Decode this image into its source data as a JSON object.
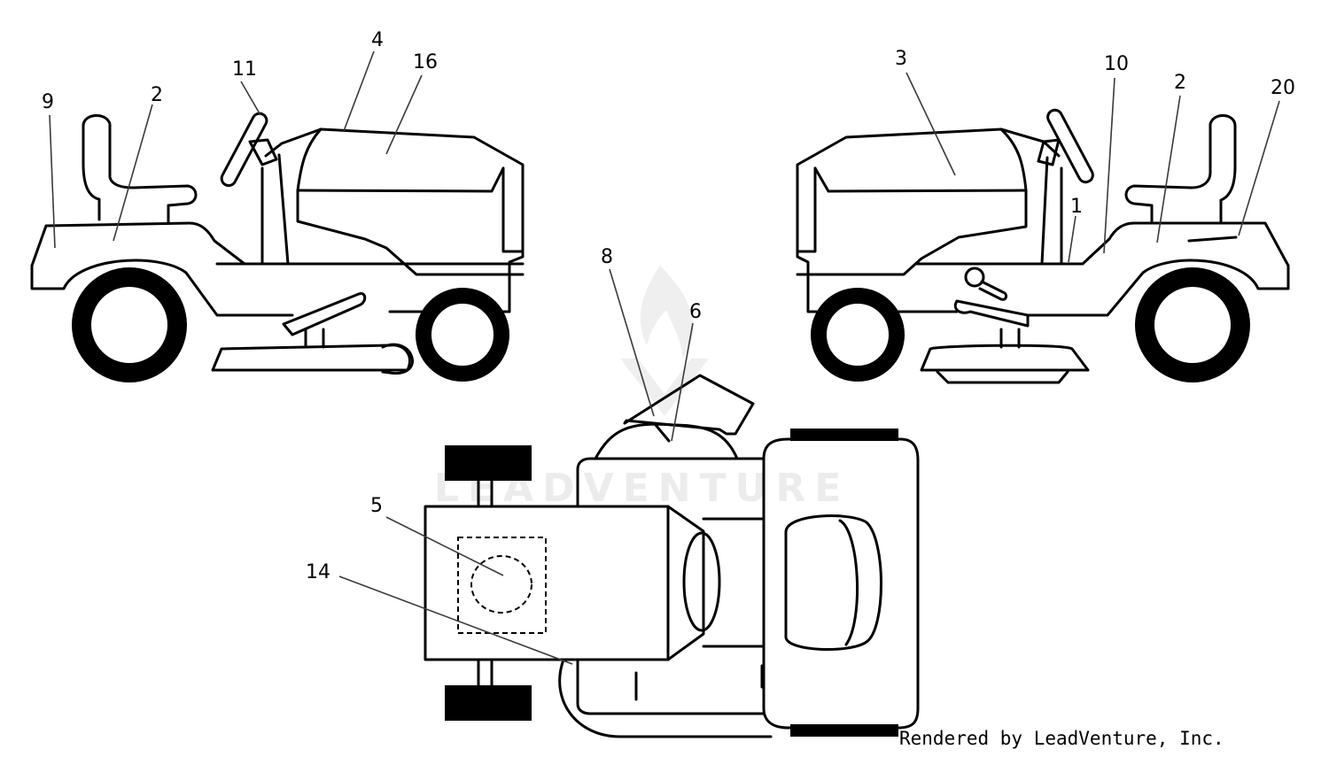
{
  "watermark": {
    "text": "LEADVENTURE"
  },
  "callouts": [
    {
      "id": "c9",
      "label": "9"
    },
    {
      "id": "c2a",
      "label": "2"
    },
    {
      "id": "c11",
      "label": "11"
    },
    {
      "id": "c4",
      "label": "4"
    },
    {
      "id": "c16",
      "label": "16"
    },
    {
      "id": "c3",
      "label": "3"
    },
    {
      "id": "c10",
      "label": "10"
    },
    {
      "id": "c2b",
      "label": "2"
    },
    {
      "id": "c20",
      "label": "20"
    },
    {
      "id": "c1",
      "label": "1"
    },
    {
      "id": "c8",
      "label": "8"
    },
    {
      "id": "c6",
      "label": "6"
    },
    {
      "id": "c5",
      "label": "5"
    },
    {
      "id": "c14",
      "label": "14"
    }
  ],
  "footer": {
    "credit": "Rendered by LeadVenture, Inc."
  }
}
